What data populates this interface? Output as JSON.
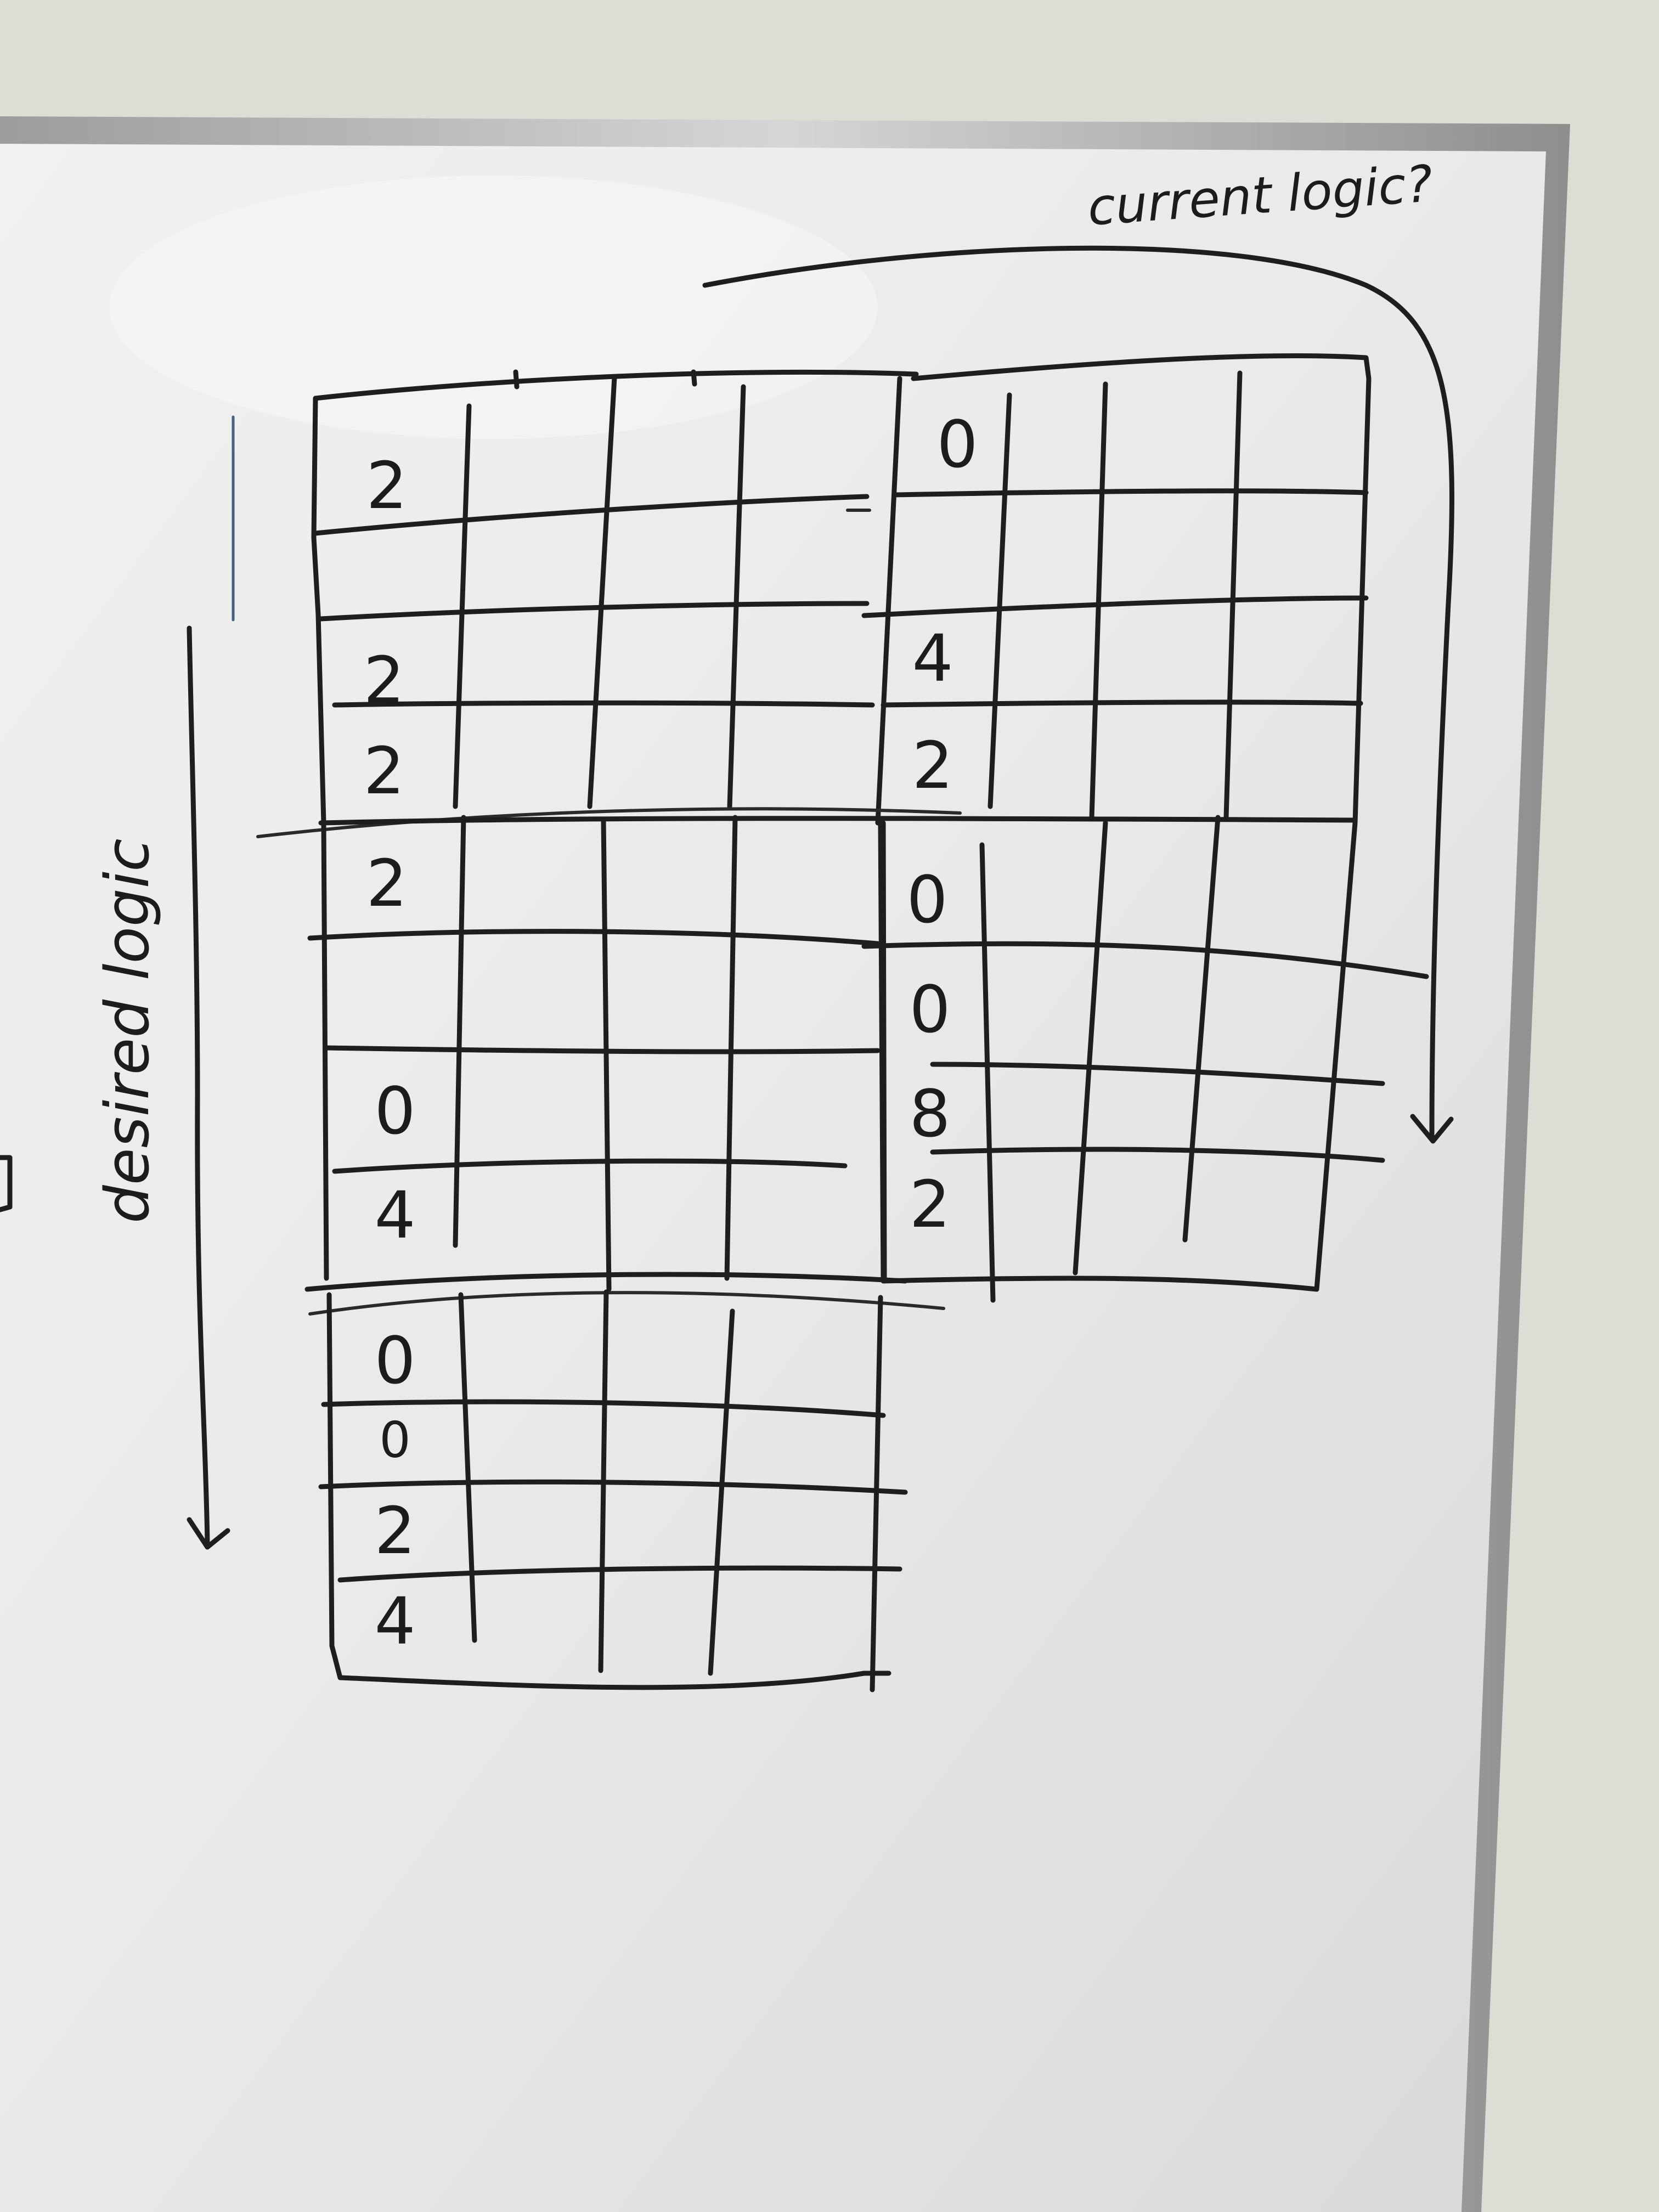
{
  "annotations": {
    "current_logic": "current logic?",
    "desired_logic": "desired logic"
  },
  "grid_top_left": {
    "column_values": [
      "2",
      "",
      "2",
      "2"
    ]
  },
  "grid_top_right": {
    "column_values": [
      "0",
      "",
      "4",
      "2"
    ]
  },
  "grid_middle_left": {
    "column_values": [
      "2",
      "",
      "0",
      "4"
    ]
  },
  "grid_middle_right": {
    "column_values": [
      "0",
      "0",
      "8",
      "2"
    ]
  },
  "grid_bottom_left": {
    "column_values": [
      "0",
      "0",
      "2",
      "4"
    ]
  },
  "colors": {
    "wall": "#dcdcd6",
    "board": "#ececea",
    "frame": "#b8b8b8",
    "marker": "#1e1e1e"
  }
}
